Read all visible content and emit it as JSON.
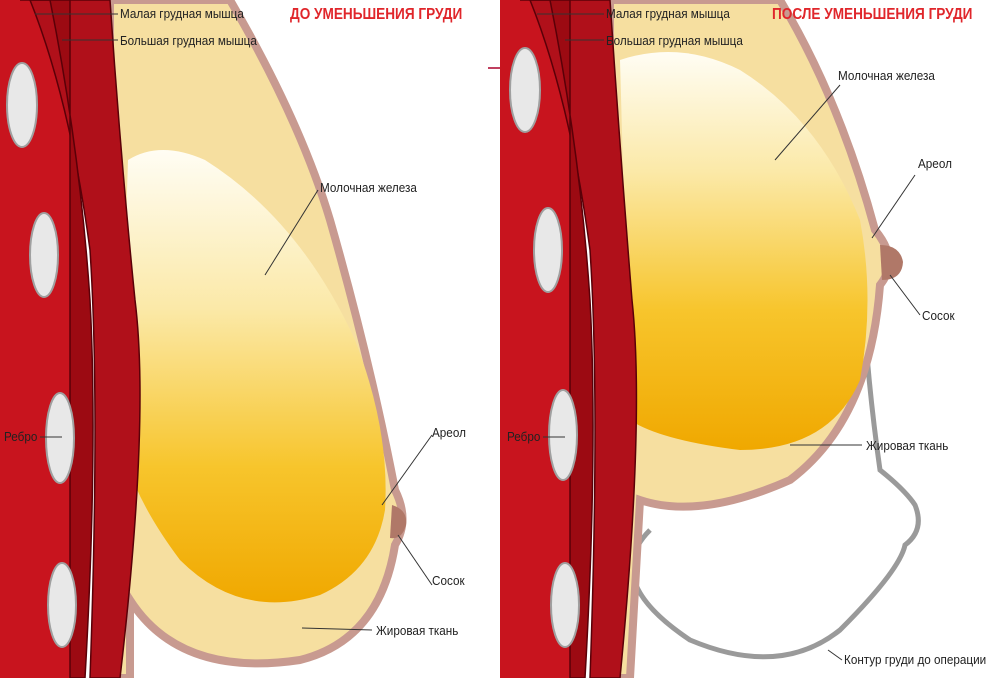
{
  "before": {
    "title": "ДО УМЕНЬШЕНИЯ ГРУДИ",
    "labels": {
      "minor_muscle": "Малая грудная мышца",
      "major_muscle": "Большая грудная мышца",
      "gland": "Молочная железа",
      "rib": "Ребро",
      "areola": "Ареол",
      "nipple": "Сосок",
      "fat": "Жировая ткань"
    }
  },
  "after": {
    "title": "ПОСЛЕ УМЕНЬШЕНИЯ ГРУДИ",
    "labels": {
      "minor_muscle": "Малая грудная мышца",
      "major_muscle": "Большая грудная мышца",
      "gland": "Молочная железа",
      "rib": "Ребро",
      "areola": "Ареол",
      "nipple": "Сосок",
      "fat": "Жировая ткань",
      "old_contour": "Контур груди до операции"
    }
  },
  "colors": {
    "title": "#e0262b",
    "muscle": "#b0101a",
    "fat": "#f6dfa0",
    "skin": "#c89a90"
  }
}
